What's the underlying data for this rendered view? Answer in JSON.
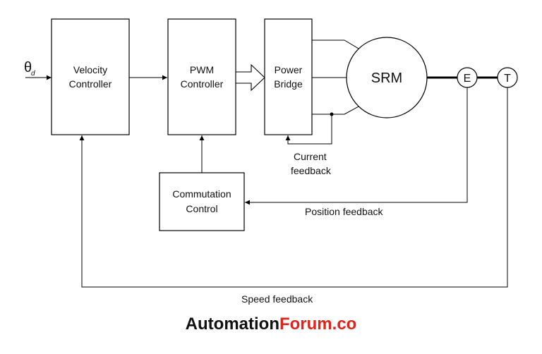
{
  "blocks": {
    "velocity": {
      "line1": "Velocity",
      "line2": "Controller"
    },
    "pwm": {
      "line1": "PWM",
      "line2": "Controller"
    },
    "power": {
      "line1": "Power",
      "line2": "Bridge"
    },
    "commutation": {
      "line1": "Commutation",
      "line2": "Control"
    },
    "motor": "SRM",
    "encoder": "E",
    "tacho": "T"
  },
  "input": {
    "symbol": "θ",
    "subscript": "d"
  },
  "labels": {
    "current_feedback_1": "Current",
    "current_feedback_2": "feedback",
    "position_feedback": "Position feedback",
    "speed_feedback": "Speed feedback"
  },
  "brand": {
    "part1": "Automation",
    "part2": "Forum.co",
    "color1": "#111111",
    "color2": "#e2231a"
  }
}
